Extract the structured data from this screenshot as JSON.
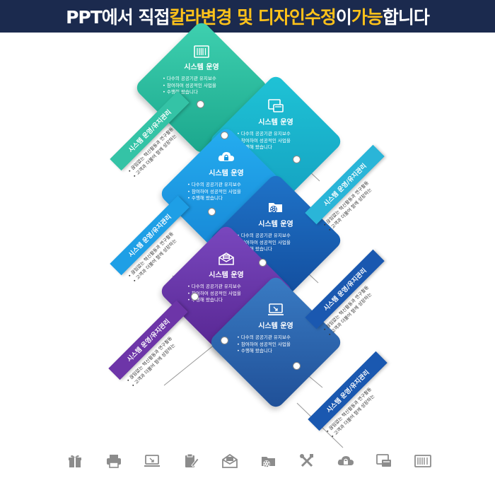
{
  "banner": {
    "part1": "PPT에서 직접 ",
    "highlight1": "칼라변경 및 디자인수정",
    "part2": "이 ",
    "highlight2": "가능",
    "part3": "합니다"
  },
  "colors": {
    "banner_bg": "#1b2a4e",
    "banner_highlight": "#ffc21a",
    "node1": "#2bbfa0",
    "node2": "#17b1c9",
    "node3": "#1697e0",
    "node4": "#1a5fb5",
    "node5": "#6a3aa8",
    "node6": "#2a66b3",
    "label_mint": "#34c3a6",
    "label_cyan": "#2ab5d8",
    "label_blue": "#1e9fe6",
    "label_navy": "#1a58b0",
    "label_purple": "#6d35a8",
    "icon_gray": "#8c8c8c"
  },
  "nodes": [
    {
      "icon": "barcode-icon",
      "title": "시스템 운영",
      "bullets": [
        "다수의 공공기관 유지보수",
        "참여하여 성공적인 사업을",
        "수행해 왔습니다"
      ]
    },
    {
      "icon": "card-icon",
      "title": "시스템 운영",
      "bullets": [
        "다수의 공공기관 유지보수",
        "참여하여 성공적인 사업을",
        "수행해 왔습니다"
      ]
    },
    {
      "icon": "cloud-lock-icon",
      "title": "시스템 운영",
      "bullets": [
        "다수의 공공기관 유지보수",
        "참여하여 성공적인 사업을",
        "수행해 왔습니다"
      ]
    },
    {
      "icon": "folder-gear-icon",
      "title": "시스템 운영",
      "bullets": [
        "다수의 공공기관 유지보수",
        "참여하여 성공적인 사업을",
        "수행해 왔습니다"
      ]
    },
    {
      "icon": "mail-icon",
      "title": "시스템 운영",
      "bullets": [
        "다수의 공공기관 유지보수",
        "참여하여 성공적인 사업을",
        "수행해 왔습니다"
      ]
    },
    {
      "icon": "monitor-icon",
      "title": "시스템 운영",
      "bullets": [
        "다수의 공공기관 유지보수",
        "참여하여 성공적인 사업을",
        "수행해 왔습니다"
      ]
    }
  ],
  "side_labels": [
    {
      "label": "시스템 운영/유지관리",
      "bullets": [
        "끊임없는 혁신활동과 연구활동",
        "고객과 더불어 함께 성장하는"
      ]
    },
    {
      "label": "시스템 운영/유지관리",
      "bullets": [
        "끊임없는 혁신활동과 연구활동",
        "고객과 더불어 함께 성장하는"
      ]
    },
    {
      "label": "시스템 운영/유지관리",
      "bullets": [
        "끊임없는 혁신활동과 연구활동",
        "고객과 더불어 함께 성장하는"
      ]
    },
    {
      "label": "시스템 운영/유지관리",
      "bullets": [
        "끊임없는 혁신활동과 연구활동",
        "고객과 더불어 함께 성장하는"
      ]
    },
    {
      "label": "시스템 운영/유지관리",
      "bullets": [
        "끊임없는 혁신활동과 연구활동",
        "고객과 더불어 함께 성장하는"
      ]
    },
    {
      "label": "시스템 운영/유지관리",
      "bullets": [
        "끊임없는 혁신활동과 연구활동",
        "고객과 더불어 함께 성장하는"
      ]
    }
  ],
  "icon_bar": [
    "gift-icon",
    "printer-icon",
    "monitor-icon",
    "clipboard-pen-icon",
    "mail-icon",
    "folder-gear-icon",
    "tools-icon",
    "cloud-lock-icon",
    "card-icon",
    "barcode-icon"
  ]
}
